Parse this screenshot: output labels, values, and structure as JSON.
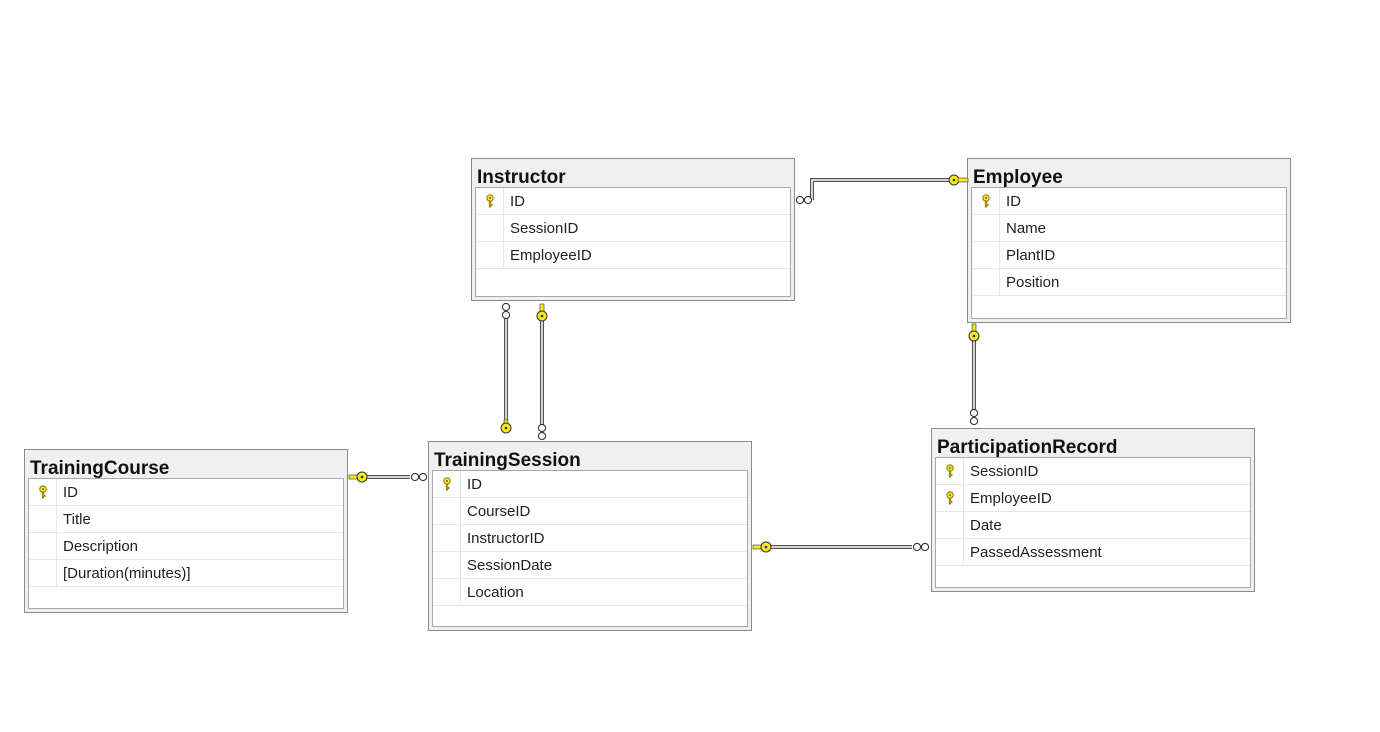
{
  "tables": {
    "instructor": {
      "name": "Instructor",
      "columns": [
        {
          "name": "ID",
          "pk": true
        },
        {
          "name": "SessionID",
          "pk": false
        },
        {
          "name": "EmployeeID",
          "pk": false
        }
      ]
    },
    "employee": {
      "name": "Employee",
      "columns": [
        {
          "name": "ID",
          "pk": true
        },
        {
          "name": "Name",
          "pk": false
        },
        {
          "name": "PlantID",
          "pk": false
        },
        {
          "name": "Position",
          "pk": false
        }
      ]
    },
    "training_course": {
      "name": "TrainingCourse",
      "columns": [
        {
          "name": "ID",
          "pk": true
        },
        {
          "name": "Title",
          "pk": false
        },
        {
          "name": "Description",
          "pk": false
        },
        {
          "name": "[Duration(minutes)]",
          "pk": false
        }
      ]
    },
    "training_session": {
      "name": "TrainingSession",
      "columns": [
        {
          "name": "ID",
          "pk": true
        },
        {
          "name": "CourseID",
          "pk": false
        },
        {
          "name": "InstructorID",
          "pk": false
        },
        {
          "name": "SessionDate",
          "pk": false
        },
        {
          "name": "Location",
          "pk": false
        }
      ]
    },
    "participation_record": {
      "name": "ParticipationRecord",
      "columns": [
        {
          "name": "SessionID",
          "pk": true
        },
        {
          "name": "EmployeeID",
          "pk": true
        },
        {
          "name": "Date",
          "pk": false
        },
        {
          "name": "PassedAssessment",
          "pk": false
        }
      ]
    }
  },
  "relationships": [
    {
      "name": "instructor-employee",
      "from_table": "Instructor",
      "to_table": "Employee"
    },
    {
      "name": "session-instructor",
      "from_table": "TrainingSession",
      "to_table": "Instructor"
    },
    {
      "name": "instructor-session",
      "from_table": "Instructor",
      "to_table": "TrainingSession"
    },
    {
      "name": "session-course",
      "from_table": "TrainingSession",
      "to_table": "TrainingCourse"
    },
    {
      "name": "participation-session",
      "from_table": "ParticipationRecord",
      "to_table": "TrainingSession"
    },
    {
      "name": "participation-employee",
      "from_table": "ParticipationRecord",
      "to_table": "Employee"
    }
  ],
  "colors": {
    "key": "#f7e91a",
    "line": "#555555"
  },
  "icons": {
    "primary_key": "key-icon"
  }
}
